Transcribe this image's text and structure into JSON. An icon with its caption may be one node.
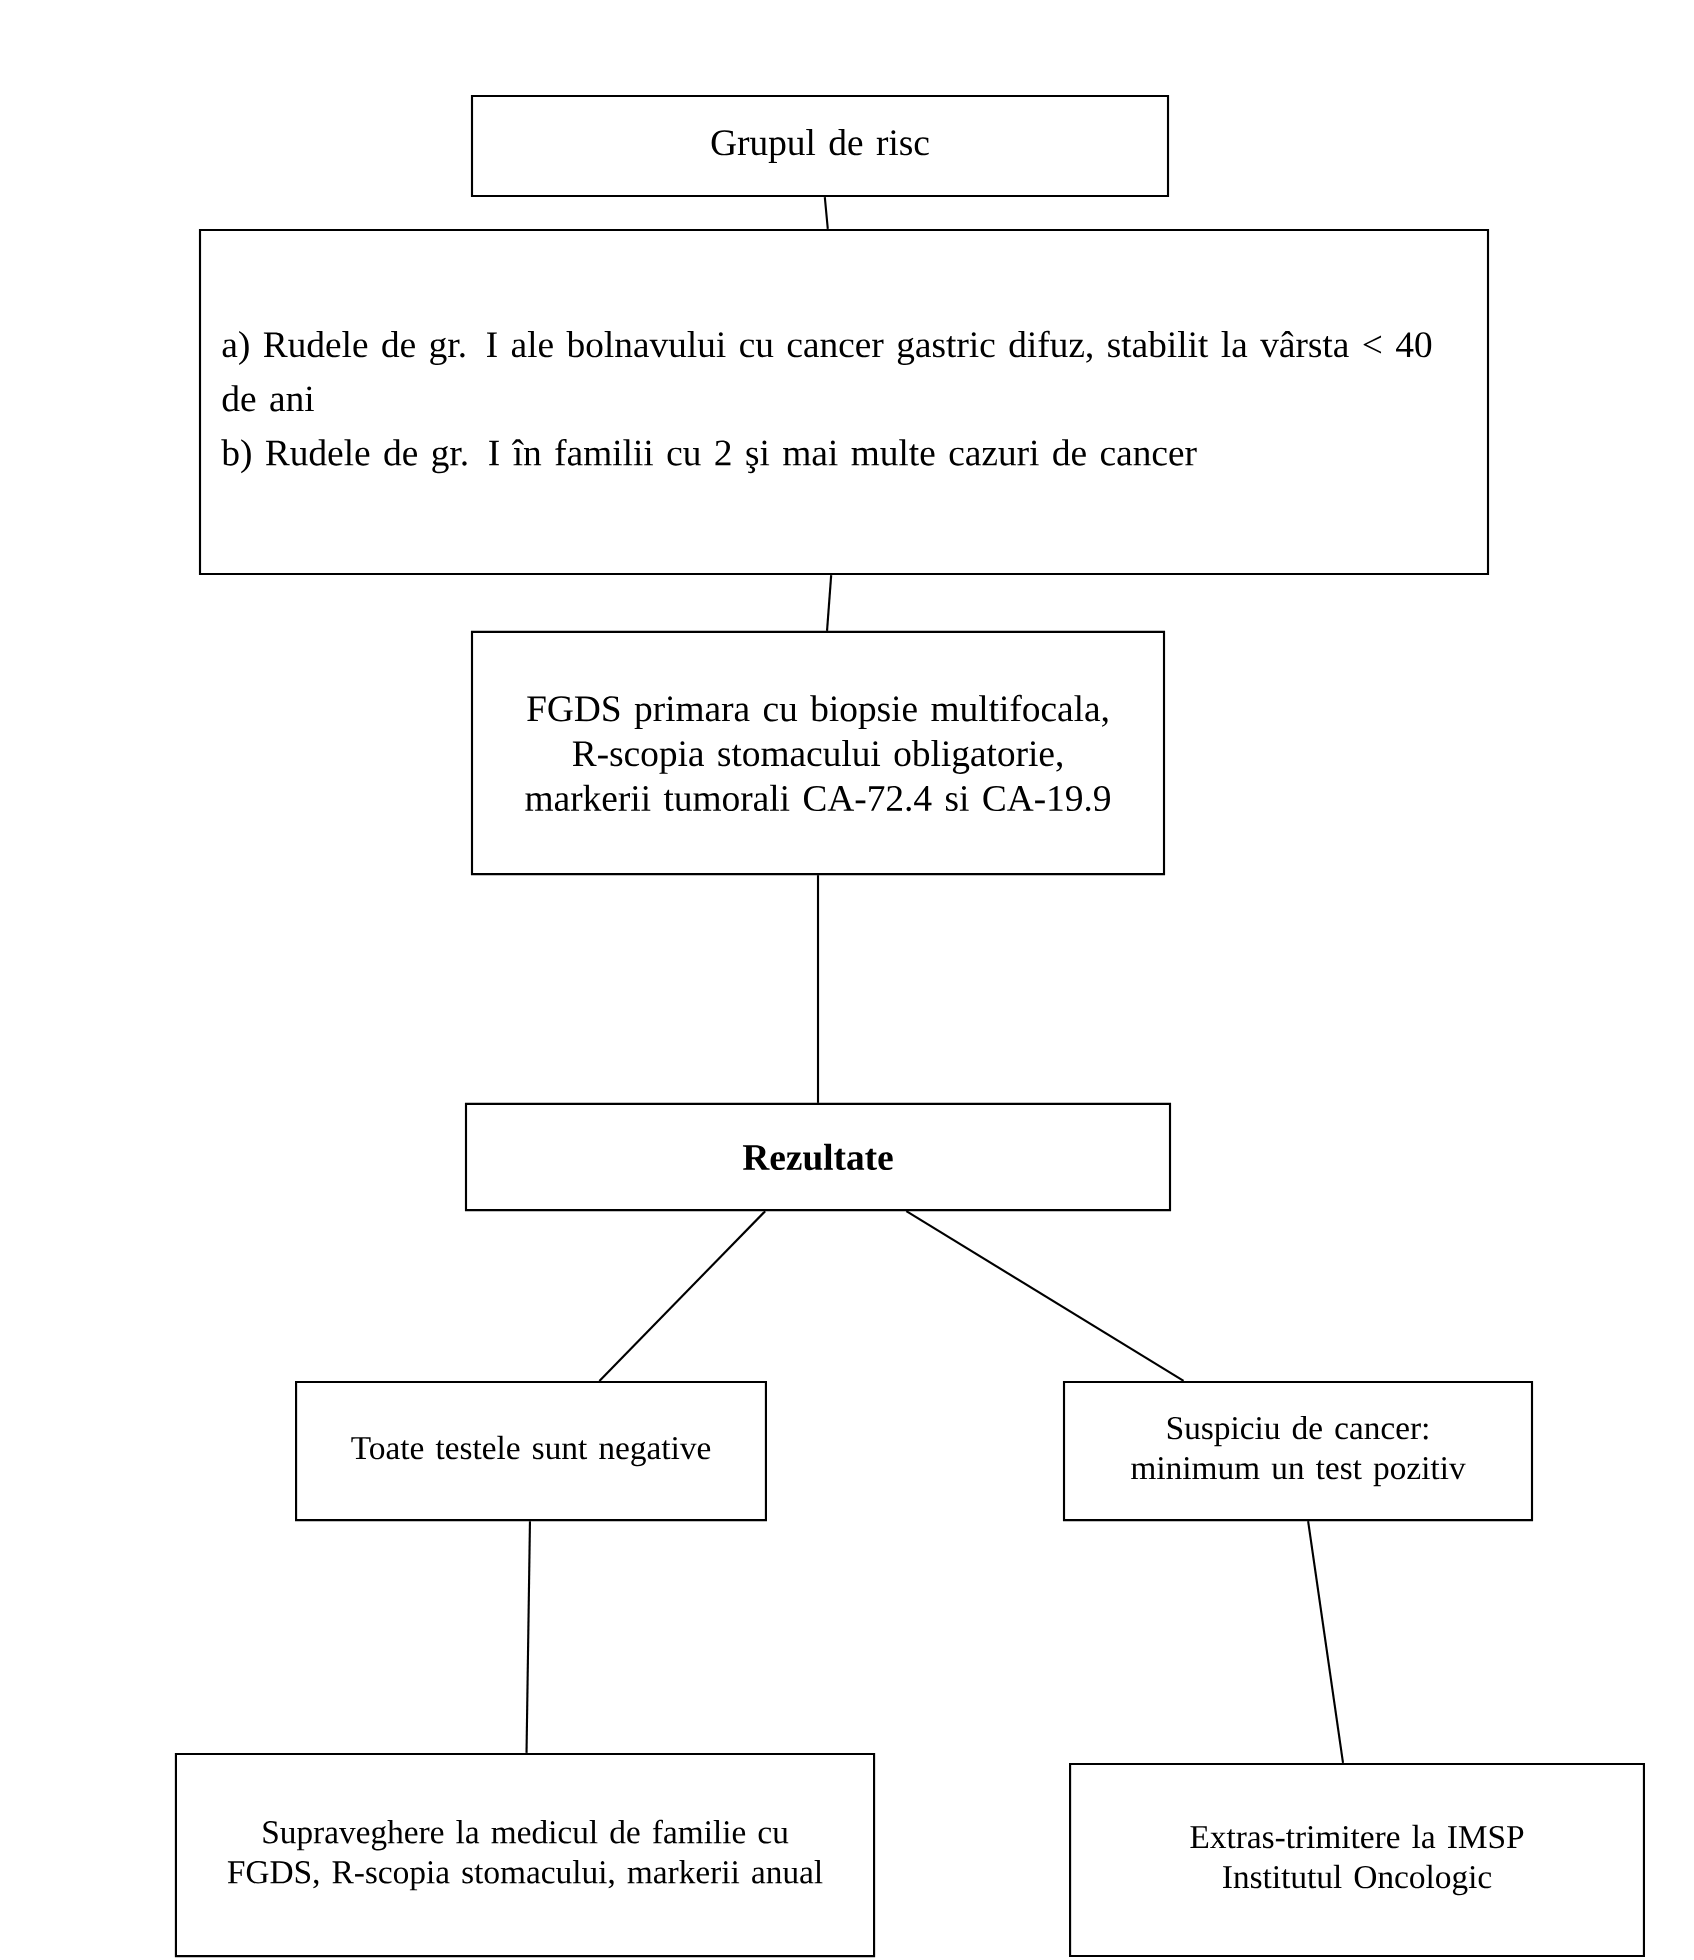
{
  "diagram": {
    "nodes": [
      {
        "text": [
          "Grupul de risc"
        ]
      },
      {
        "text": [
          "a) Rudele de gr. I ale bolnavului cu cancer gastric difuz, stabilit la vârsta < 40 de ani",
          "b) Rudele de gr. I în familii cu 2 şi mai multe cazuri de cancer"
        ]
      },
      {
        "text": [
          "FGDS primara cu biopsie multifocala, R-scopia stomacului obligatorie, markerii tumorali CA-72.4 si CA-19.9"
        ]
      },
      {
        "text": [
          "**Rezultate**"
        ]
      },
      {
        "text": [
          "Toate testele sunt negative"
        ]
      },
      {
        "text": [
          "Suspiciu de cancer: minimum un test pozitiv"
        ]
      },
      {
        "text": [
          "Supraveghere la medicul de familie cu FGDS, R-scopia stomacului, markerii anual"
        ]
      },
      {
        "text": [
          "Extras-trimitere la IMSP Institutul Oncologic"
        ]
      }
    ],
    "edges": [
      {
        "from": 0,
        "to": 1,
        "arrow": "none"
      },
      {
        "from": 1,
        "to": 2,
        "arrow": "none"
      },
      {
        "from": 2,
        "to": 3,
        "arrow": "none"
      },
      {
        "from": 3,
        "to": 4,
        "arrow": "none"
      },
      {
        "from": 3,
        "to": 5,
        "arrow": "none"
      },
      {
        "from": 4,
        "to": 6,
        "arrow": "none"
      },
      {
        "from": 5,
        "to": 7,
        "arrow": "none"
      }
    ]
  }
}
